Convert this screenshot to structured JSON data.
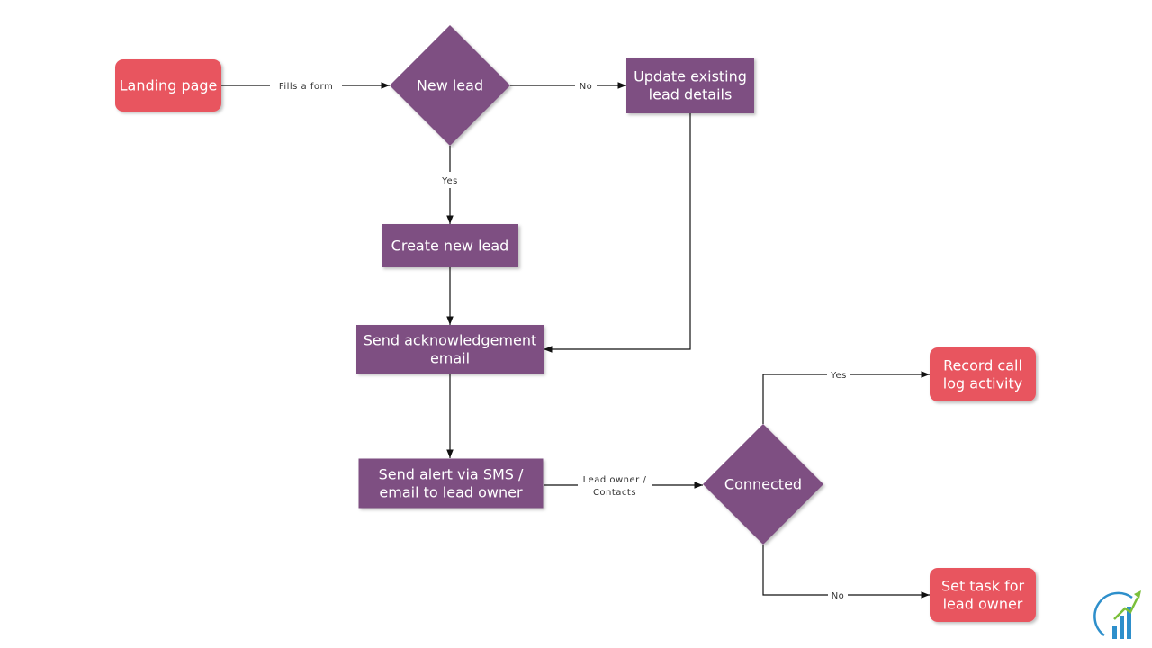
{
  "colors": {
    "terminal": "#E8555F",
    "process": "#7E5082",
    "decision": "#7E5082",
    "line": "#111111",
    "logo_blue": "#2E8FCB",
    "logo_green": "#7BBF3A"
  },
  "nodes": {
    "landing": {
      "lines": [
        "Landing page"
      ]
    },
    "new_lead": {
      "lines": [
        "New lead"
      ]
    },
    "update": {
      "lines": [
        "Update existing",
        "lead details"
      ]
    },
    "create": {
      "lines": [
        "Create new lead"
      ]
    },
    "ack": {
      "lines": [
        "Send acknowledgement",
        "email"
      ]
    },
    "alert": {
      "lines": [
        "Send alert via SMS /",
        "email to lead owner"
      ]
    },
    "connected": {
      "lines": [
        "Connected"
      ]
    },
    "record": {
      "lines": [
        "Record call",
        "log activity"
      ]
    },
    "task": {
      "lines": [
        "Set task for",
        "lead owner"
      ]
    }
  },
  "edge_labels": {
    "fills_form": [
      "Fills a form"
    ],
    "no_update": [
      "No"
    ],
    "yes_create": [
      "Yes"
    ],
    "owner_contacts": [
      "Lead owner /",
      "Contacts"
    ],
    "yes_record": [
      "Yes"
    ],
    "no_task": [
      "No"
    ]
  }
}
